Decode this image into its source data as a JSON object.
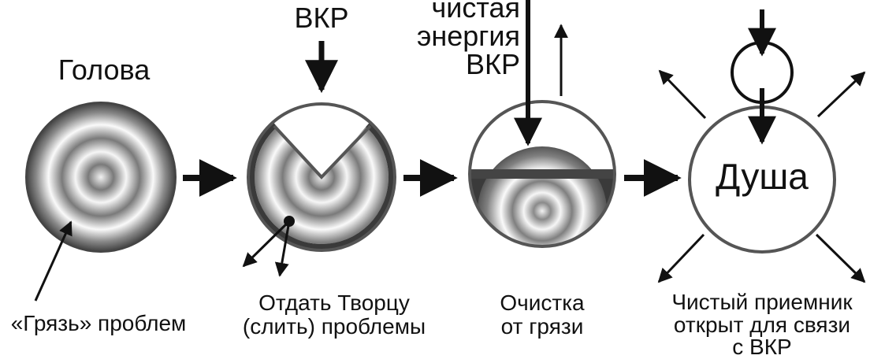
{
  "stages": [
    {
      "id": "head",
      "title": "Голова",
      "caption": "«Грязь» проблем"
    },
    {
      "id": "give",
      "title": "ВКР",
      "caption": [
        "Отдать Творцу",
        "(слить) проблемы"
      ]
    },
    {
      "id": "clean",
      "title": [
        "чистая",
        "энергия",
        "ВКР"
      ],
      "caption": [
        "Очистка",
        "от грязи"
      ]
    },
    {
      "id": "soul",
      "title": "Душа",
      "caption": [
        "Чистый приемник",
        "открыт для связи",
        "с ВКР"
      ]
    }
  ],
  "colors": {
    "ink": "#111111",
    "ring": "#555555",
    "dark_fill": "#3a3a3a",
    "light": "#ffffff"
  },
  "icons": [
    "concentric-circle",
    "arrow-right",
    "arrow-down",
    "arrow-up",
    "dot"
  ]
}
